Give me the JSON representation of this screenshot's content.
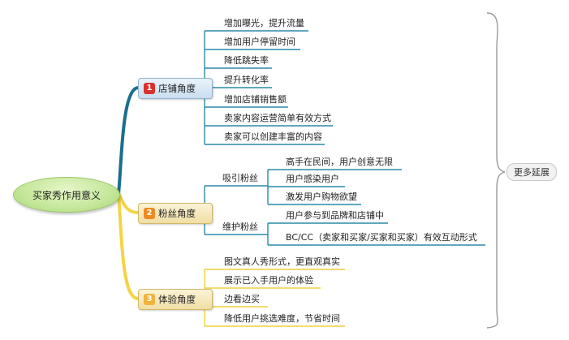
{
  "root": {
    "label": "买家秀作用意义"
  },
  "branches": [
    {
      "num": "1",
      "label": "店铺角度",
      "leaves": [
        "增加曝光，提升流量",
        "增加用户停留时间",
        "降低跳失率",
        "提升转化率",
        "增加店铺销售额",
        "卖家内容运营简单有效方式",
        "卖家可以创建丰富的内容"
      ]
    },
    {
      "num": "2",
      "label": "粉丝角度",
      "groups": [
        {
          "label": "吸引粉丝",
          "leaves": [
            "高手在民间，用户创意无限",
            "用户感染用户",
            "激发用户购物欲望"
          ]
        },
        {
          "label": "维护粉丝",
          "leaves": [
            "用户参与到品牌和店铺中",
            "BC/CC（卖家和买家/买家和买家）有效互动形式"
          ]
        }
      ]
    },
    {
      "num": "3",
      "label": "体验角度",
      "leaves": [
        "图文真人秀形式，更直观真实",
        "展示已入手用户的体验",
        "边看边买",
        "降低用户挑选难度，节省时间"
      ]
    }
  ],
  "summary": {
    "label": "更多延展"
  },
  "colors": {
    "branch1_line": "#1a6e8e",
    "branch2_line": "#f3d447",
    "branch3_line": "#f3d447",
    "leaf_line_teal": "#2a8aa8",
    "leaf_line_yellow": "#f0cf3e"
  }
}
